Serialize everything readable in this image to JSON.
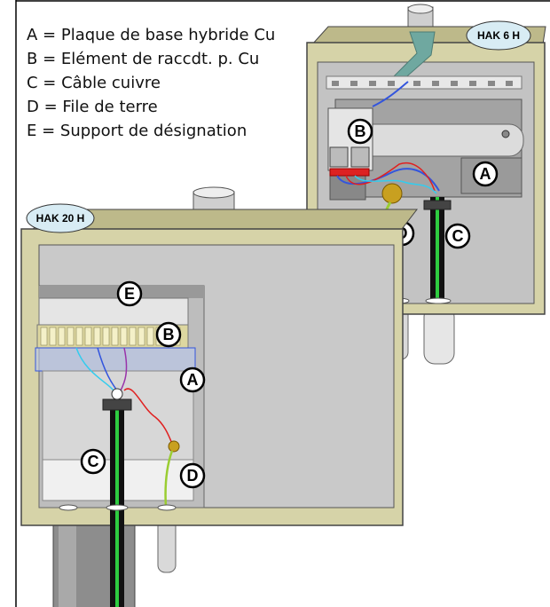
{
  "legend": [
    "A = Plaque de base hybride Cu",
    "B = Elément de raccdt. p.  Cu",
    "C = Câble cuivre",
    "D = File de terre",
    "E = Support de désignation"
  ],
  "boxes": {
    "hak6": {
      "label": "HAK 6 H"
    },
    "hak20": {
      "label": "HAK 20 H"
    }
  },
  "markers": {
    "hak6": {
      "A": "A",
      "B": "B",
      "C": "C",
      "D": "D"
    },
    "hak20": {
      "A": "A",
      "B": "B",
      "C": "C",
      "D": "D",
      "E": "E"
    }
  },
  "colors": {
    "box_outline": "#5b5b3a",
    "box_fill": "#d6d3a8",
    "interior": "#c9c9c9",
    "cable_green": "#2ecc40",
    "cable_black": "#111111",
    "wire_red": "#e02020",
    "wire_blue": "#3355dd",
    "wire_cyan": "#33ccee",
    "ground_wire": "#9acd32"
  }
}
